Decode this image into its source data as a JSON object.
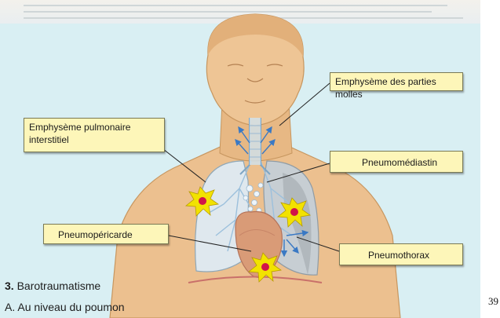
{
  "labels": {
    "emphyseme_parties_molles": "Emphysème des parties molles",
    "emphyseme_pulmonaire": [
      "Emphysème pulmonaire",
      "interstitiel"
    ],
    "pneumomediastin": "Pneumomédiastin",
    "pneumopericarde": "Pneumopéricarde",
    "pneumothorax": "Pneumothorax"
  },
  "caption": {
    "number": "3.",
    "title": "Barotraumatisme",
    "sub_letter": "A.",
    "subtitle": "Au niveau du poumon"
  },
  "page_number": "39",
  "colors": {
    "background": "#d9eff3",
    "callout_fill": "#fdf6b9",
    "skin": "#ecc08f",
    "lung": "#dfe8ee",
    "heart": "#d99b77",
    "burst_yellow": "#f2e200",
    "burst_red": "#d1144a",
    "arrow_blue": "#3a79c4"
  }
}
